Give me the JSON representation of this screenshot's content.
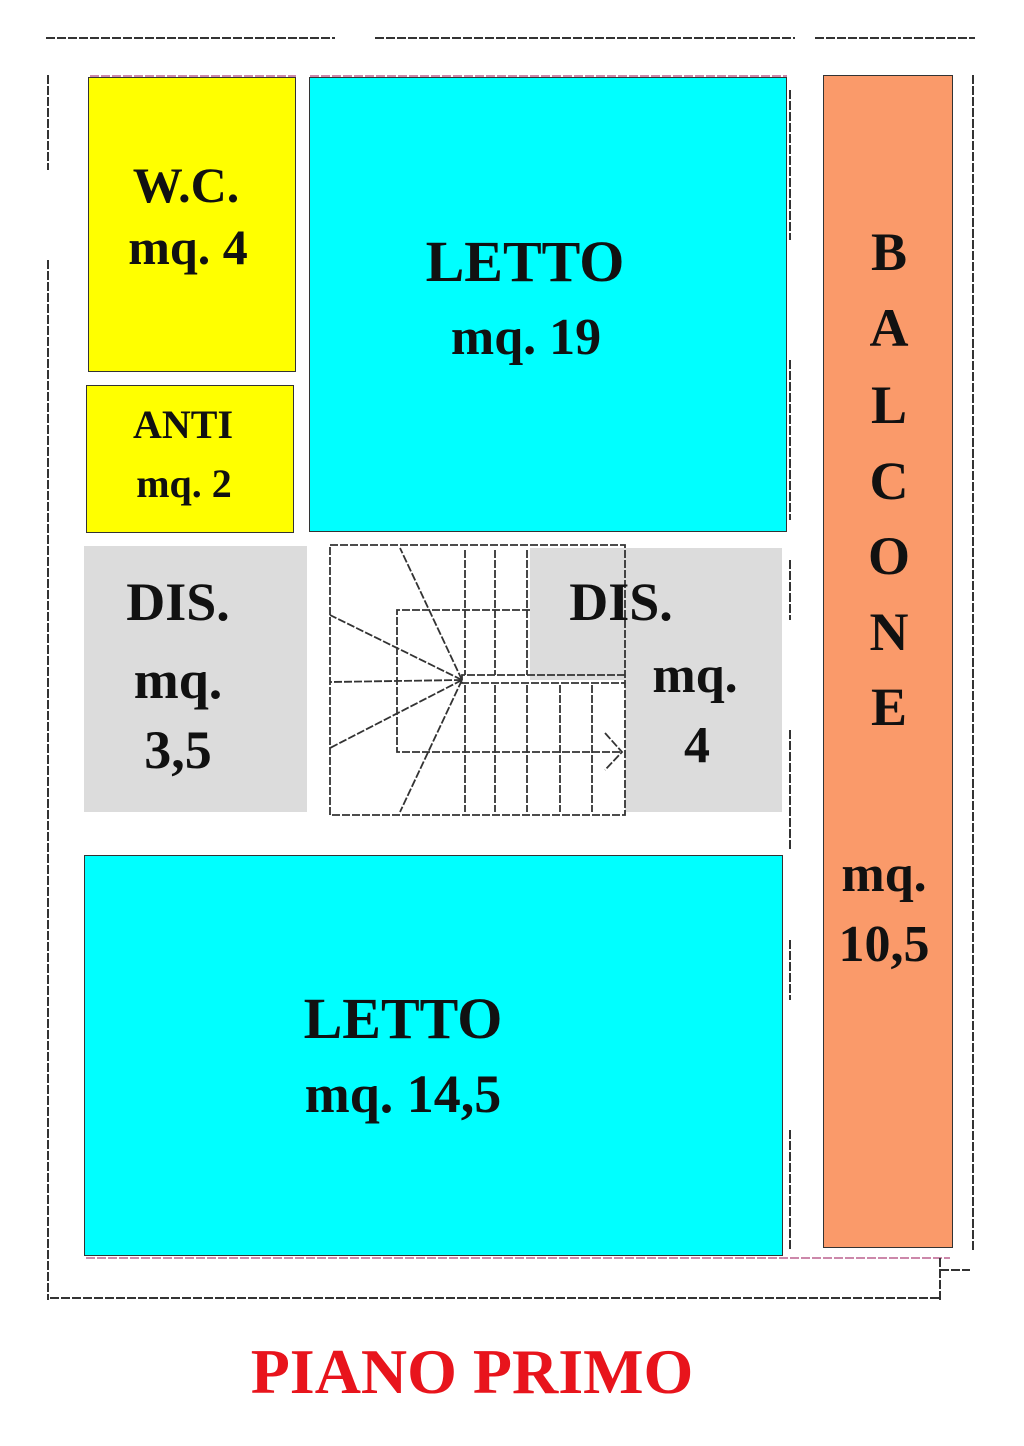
{
  "colors": {
    "bathroom": "#ffff00",
    "bedroom": "#00ffff",
    "hall": "#dcdcdc",
    "balcony": "#fa9a6a",
    "title": "#e8141c"
  },
  "rooms": {
    "wc": {
      "name": "W.C.",
      "area": "mq. 4"
    },
    "anti": {
      "name": "ANTI",
      "area": "mq. 2"
    },
    "letto_top": {
      "name": "LETTO",
      "area": "mq. 19"
    },
    "dis_left": {
      "name": "DIS.",
      "area_label": "mq.",
      "area_value": "3,5"
    },
    "dis_right": {
      "name": "DIS.",
      "area_label": "mq.",
      "area_value": "4"
    },
    "balcone": {
      "letters": [
        "B",
        "A",
        "L",
        "C",
        "O",
        "N",
        "E"
      ],
      "area_label": "mq.",
      "area_value": "10,5"
    },
    "letto_bottom": {
      "name": "LETTO",
      "area": "mq. 14,5"
    }
  },
  "title": "PIANO PRIMO"
}
